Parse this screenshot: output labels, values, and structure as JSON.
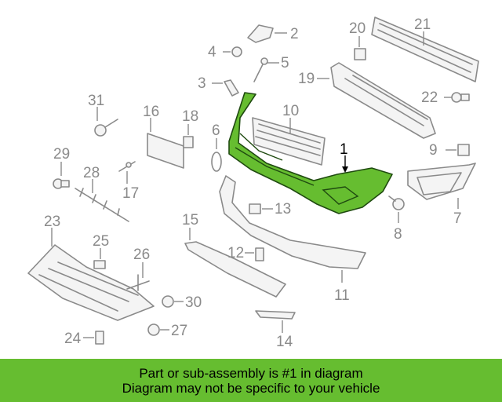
{
  "footer": {
    "line1": "Part or sub-assembly is #1 in diagram",
    "line2": "Diagram may not be specific to your vehicle"
  },
  "callouts": {
    "c1": "1",
    "c2": "2",
    "c3": "3",
    "c4": "4",
    "c5": "5",
    "c6": "6",
    "c7": "7",
    "c8": "8",
    "c9": "9",
    "c10": "10",
    "c11": "11",
    "c12": "12",
    "c13": "13",
    "c14": "14",
    "c15": "15",
    "c16": "16",
    "c17": "17",
    "c18": "18",
    "c19": "19",
    "c20": "20",
    "c21": "21",
    "c22": "22",
    "c23": "23",
    "c24": "24",
    "c25": "25",
    "c26": "26",
    "c27": "27",
    "c28": "28",
    "c29": "29",
    "c30": "30",
    "c31": "31"
  },
  "colors": {
    "highlight": "#66bd30",
    "outline": "#8a8a8a",
    "footer_bg": "#66bd30"
  }
}
